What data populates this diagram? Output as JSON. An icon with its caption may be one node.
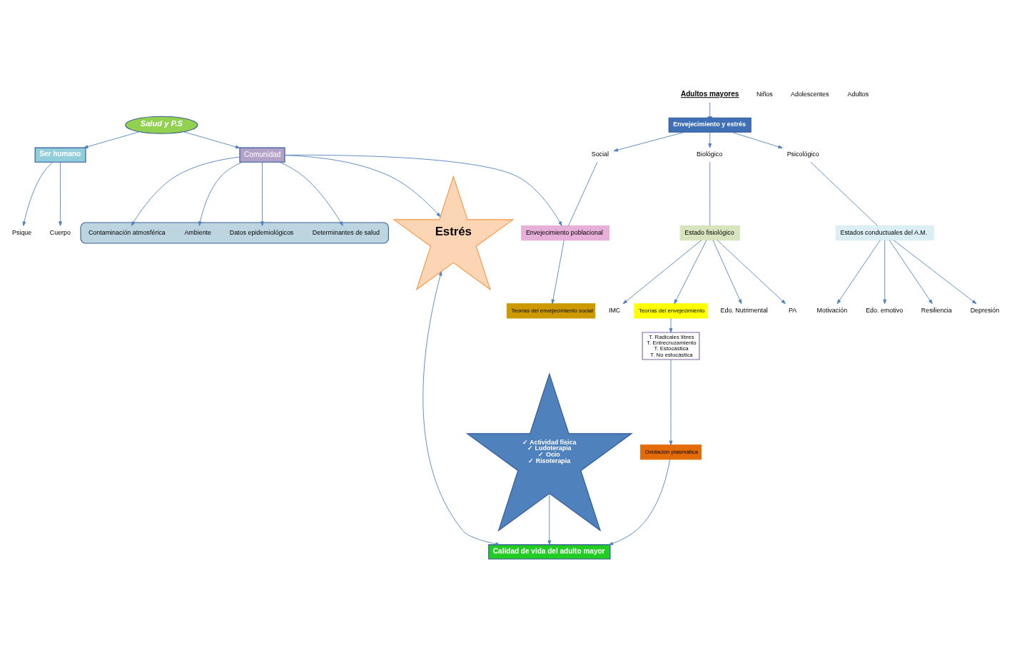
{
  "diagram": {
    "nodes": [
      {
        "text": [
          "Salud y P.S"
        ]
      },
      {
        "text": [
          "Ser humano"
        ]
      },
      {
        "text": [
          "Cuerpo"
        ]
      },
      {
        "text": [
          "Psique"
        ]
      },
      {
        "text": [
          "Adultos mayores"
        ]
      },
      {
        "text": [
          "Envejecimiento y estrés"
        ]
      },
      {
        "text": [
          "Social"
        ]
      },
      {
        "text": [
          "Psicológico"
        ]
      },
      {
        "text": [
          "Biológico"
        ]
      },
      {
        "text": [
          "Comunidad"
        ]
      },
      {
        "text": [
          "Envejecimiento poblacional"
        ]
      },
      {
        "text": [
          "Estados conductuales del A.M."
        ]
      },
      {
        "text": [
          "Estado fisiológico"
        ]
      },
      {
        "text": [],
        "shape": "ellipse"
      },
      {
        "text": [
          "Determinantes de salud"
        ],
        "in": 13
      },
      {
        "text": [
          "Datos epidemiológicos"
        ],
        "in": 13
      },
      {
        "text": [
          "Ambiente"
        ],
        "in": 13
      },
      {
        "text": [
          "Contaminación atmosférica"
        ],
        "in": 13
      },
      {
        "text": [
          "Teorías del envejecimiento social"
        ]
      },
      {
        "text": [
          "Resiliencia"
        ]
      },
      {
        "text": [
          "Depresión"
        ]
      },
      {
        "text": [
          "Motivación"
        ]
      },
      {
        "text": [
          "Edo. emotivo"
        ]
      },
      {
        "text": [
          "Edo. Nutrimental"
        ]
      },
      {
        "text": [
          "PA"
        ]
      },
      {
        "text": [
          "IMC"
        ]
      },
      {
        "text": [
          "Teorías del envejecimiento"
        ]
      },
      {
        "text": [
          "Estrés"
        ]
      },
      {
        "text": [
          "T. Radicales libres",
          "T. Entrecruzamiento",
          "T. Estocástica",
          "T. No estocástica"
        ]
      },
      {
        "text": [
          "Oxidación plasmática"
        ]
      },
      {
        "text": [
          "✓ Actividad física",
          "✓ Ludoterapia",
          "✓ Ocio",
          "✓ Risoterapia"
        ]
      },
      {
        "text": [
          "Calidad de vida del adulto mayor"
        ]
      }
    ],
    "edges": [
      {
        "from": 0,
        "to": 1,
        "arrow": "to"
      },
      {
        "from": 1,
        "to": 2,
        "arrow": "to"
      },
      {
        "from": 1,
        "to": 3,
        "arrow": "to"
      },
      {
        "from": 0,
        "to": 9,
        "arrow": "to"
      },
      {
        "from": 4,
        "to": 5,
        "arrow": "other"
      },
      {
        "from": 5,
        "to": 6,
        "arrow": "to"
      },
      {
        "from": 5,
        "to": 7,
        "arrow": "to"
      },
      {
        "from": 5,
        "to": 8,
        "arrow": "to"
      },
      {
        "from": 6,
        "to": 10,
        "arrow": "none"
      },
      {
        "from": 7,
        "to": 11,
        "arrow": "none"
      },
      {
        "from": 8,
        "to": 12,
        "arrow": "none"
      },
      {
        "from": 9,
        "to": 10,
        "arrow": "to"
      },
      {
        "from": 9,
        "to": 14,
        "arrow": "to"
      },
      {
        "from": 9,
        "to": 15,
        "arrow": "to"
      },
      {
        "from": 9,
        "to": 16,
        "arrow": "to"
      },
      {
        "from": 9,
        "to": 17,
        "arrow": "to"
      },
      {
        "from": 9,
        "to": 27,
        "arrow": "to"
      },
      {
        "from": 10,
        "to": 18,
        "arrow": "to"
      },
      {
        "from": 11,
        "to": 19,
        "arrow": "to"
      },
      {
        "from": 11,
        "to": 20,
        "arrow": "to"
      },
      {
        "from": 11,
        "to": 21,
        "arrow": "to"
      },
      {
        "from": 11,
        "to": 22,
        "arrow": "to"
      },
      {
        "from": 12,
        "to": 23,
        "arrow": "to"
      },
      {
        "from": 12,
        "to": 24,
        "arrow": "to"
      },
      {
        "from": 12,
        "to": 25,
        "arrow": "to"
      },
      {
        "from": 12,
        "to": 26,
        "arrow": "to"
      },
      {
        "from": 26,
        "to": 28,
        "arrow": "to"
      },
      {
        "from": 28,
        "to": 29,
        "arrow": "to"
      },
      {
        "from": 29,
        "to": 31,
        "arrow": "to"
      },
      {
        "from": 30,
        "to": 31,
        "arrow": "to"
      },
      {
        "from": 27,
        "to": 31,
        "arrow": "both"
      }
    ],
    "labels": [
      "Niños",
      "Adolescentes",
      "Adultos"
    ]
  }
}
